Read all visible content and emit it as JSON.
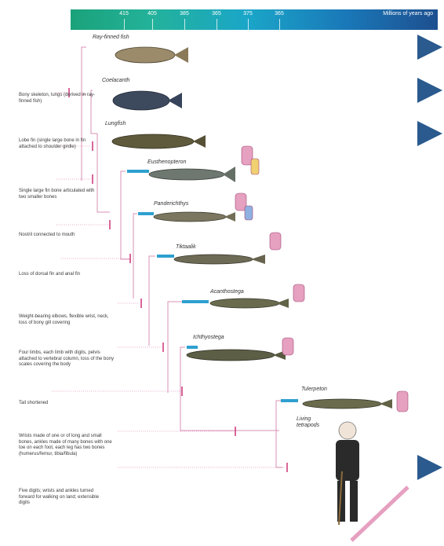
{
  "timescale": {
    "ticks": [
      "415",
      "405",
      "385",
      "365",
      "375",
      "365"
    ],
    "axis_title": "Millions of years ago"
  },
  "taxa": [
    {
      "label": "Ray-finned fish"
    },
    {
      "label": "Coelacanth"
    },
    {
      "label": "Lungfish"
    },
    {
      "label": "Eusthenopteron"
    },
    {
      "label": "Panderichthys"
    },
    {
      "label": "Tiktaalik"
    },
    {
      "label": "Acanthostega"
    },
    {
      "label": "Ichthyostega"
    },
    {
      "label": "Tulerpeton"
    },
    {
      "label": "Living tetrapods"
    }
  ],
  "traits": [
    {
      "text": "Bony skeleton, lungs (derived in ray-finned fish)"
    },
    {
      "text": "Lobe fin (single large bone in fin attached to shoulder girdle)"
    },
    {
      "text": "Single large fin bone articulated with two smaller bones"
    },
    {
      "text": "Nostril connected to mouth"
    },
    {
      "text": "Loss of dorsal fin and anal fin"
    },
    {
      "text": "Weight-bearing elbows, flexible wrist, neck, loss of bony gill covering"
    },
    {
      "text": "Four limbs, each limb with digits, pelvis attached to vertebral column, loss of the bony scales covering the body"
    },
    {
      "text": "Tail shortened"
    },
    {
      "text": "Wrists made of one or of long and small bones, ankles made of many bones with one toe on each foot, each leg has two bones (humerus/femur, tibia/fibula)"
    },
    {
      "text": "Five digits; wrists and ankles turned forward for walking on land; extensible digits"
    }
  ],
  "colors": {
    "branch": "#2ea0d0",
    "arrow": "#2a5a8e",
    "trait_marker": "#cc3377",
    "connector": "#d45a9a",
    "timebar_start": "#1aa27a",
    "timebar_end": "#1d4f8f"
  },
  "icons": [
    "fish-illustration",
    "limb-bone-illustration",
    "human-figure-illustration"
  ]
}
